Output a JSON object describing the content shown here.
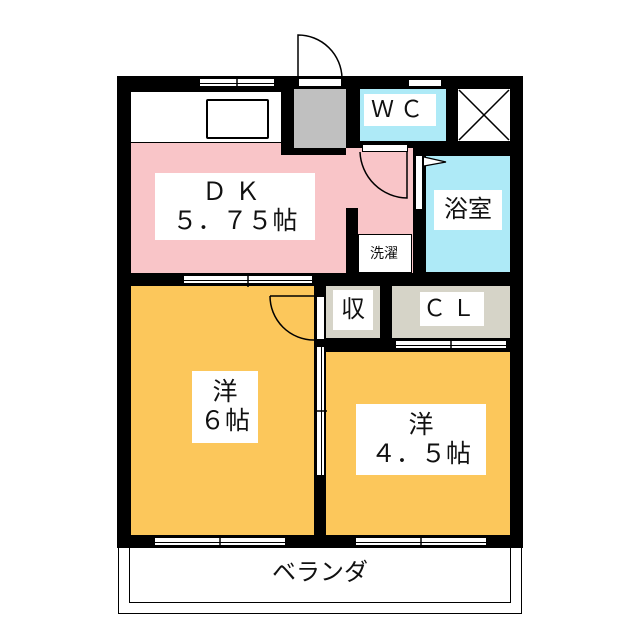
{
  "floorplan": {
    "rooms": {
      "dk": {
        "name": "ＤＫ",
        "size": "５．７５帖",
        "color": "#f9c5c8"
      },
      "western_6": {
        "name": "洋",
        "size": "６帖",
        "color": "#fcc75b"
      },
      "western_45": {
        "name": "洋",
        "size": "４．５帖",
        "color": "#fcc75b"
      },
      "wc": {
        "name": "ＷＣ",
        "color": "#aeeaf7"
      },
      "bath": {
        "name": "浴室",
        "color": "#aeeaf7"
      },
      "laundry": {
        "name": "洗濯"
      },
      "storage": {
        "name": "収",
        "color": "#d6d4c8"
      },
      "closet": {
        "name": "ＣＬ",
        "color": "#d6d4c8"
      },
      "entrance": {
        "color": "#c0c0c0"
      },
      "balcony": {
        "name": "ベランダ"
      }
    },
    "colors": {
      "wall": "#000000",
      "background": "#ffffff"
    }
  }
}
